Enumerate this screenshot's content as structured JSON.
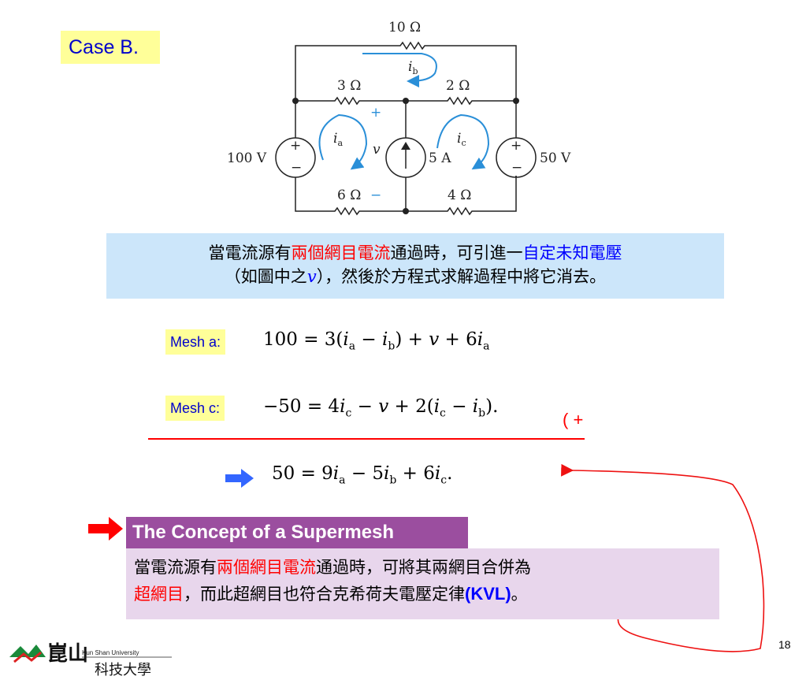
{
  "case_label": "Case B.",
  "circuit": {
    "r_top": "10 Ω",
    "r_mid_left": "3 Ω",
    "r_mid_right": "2 Ω",
    "r_bot_left": "6 Ω",
    "r_bot_right": "4 Ω",
    "v_left": "100 V",
    "v_right": "50 V",
    "i_source": "5 A",
    "plus": "+",
    "minus": "−",
    "v_label": "v",
    "ia": "i",
    "ia_sub": "a",
    "ib": "i",
    "ib_sub": "b",
    "ic": "i",
    "ic_sub": "c"
  },
  "note1": {
    "line1_a": "當電流源有",
    "line1_b": "兩個網目電流",
    "line1_c": "通過時，可引進一",
    "line1_d": "自定未知電壓",
    "line2_a": "（如圖中之",
    "line2_v": "v",
    "line2_b": "），然後於方程式求解過程中將它消去。"
  },
  "mesh_a_label": "Mesh a:",
  "mesh_c_label": "Mesh c:",
  "plus_note": "( +",
  "concept_title": "The Concept of a Supermesh",
  "note2": {
    "l1_a": "當電流源有",
    "l1_b": "兩個網目電流",
    "l1_c": "通過時，可將其兩網目合併為",
    "l2_a": "超網目",
    "l2_b": "，而此超網目也符合克希荷夫電壓定律",
    "l2_kvl": "(KVL)",
    "l2_c": "。"
  },
  "page_number": "18",
  "logo": {
    "university_en": "Kun Shan University",
    "name_main": "崑山",
    "name_sub": "科技大學"
  },
  "colors": {
    "highlight_yellow": "#ffff99",
    "note_blue": "#cce6fa",
    "concept_purple": "#9b4e9f",
    "note_lavender": "#e8d6ec",
    "accent_red": "#ff0000",
    "accent_blue": "#0000ff"
  }
}
